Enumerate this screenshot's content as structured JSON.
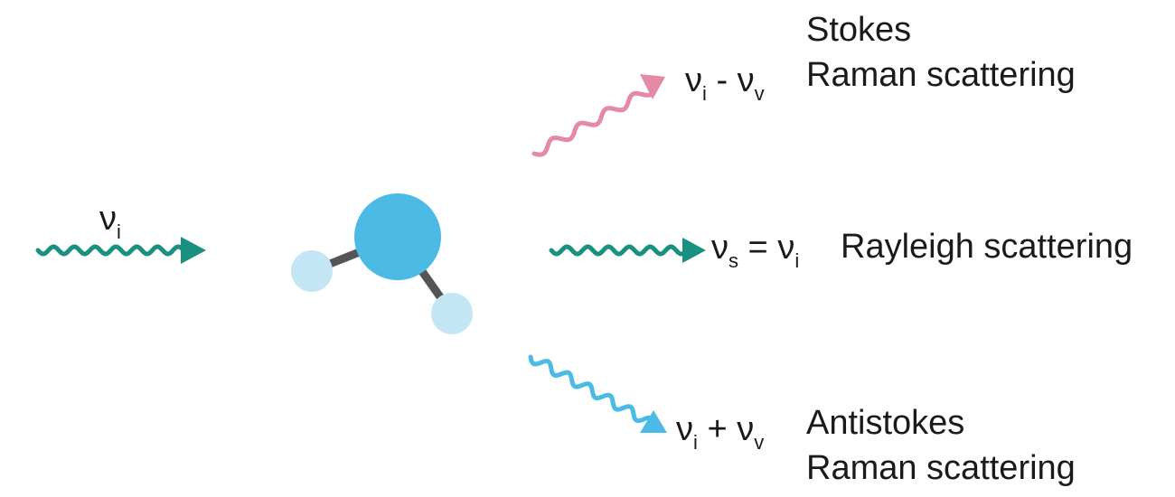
{
  "incident": {
    "symbol": "ν",
    "subscript": "i",
    "color": "#1a9080"
  },
  "molecule": {
    "center_color": "#4bbbe6",
    "side_color": "#c4e6f4",
    "bond_color": "#555555"
  },
  "stokes": {
    "symbol_a": "ν",
    "sub_a": "i",
    "operator": " - ",
    "symbol_b": "ν",
    "sub_b": "v",
    "label_line1": "Stokes",
    "label_line2": "Raman scattering",
    "color": "#e48aa5"
  },
  "rayleigh": {
    "symbol_a": "ν",
    "sub_a": "s",
    "operator": " = ",
    "symbol_b": "ν",
    "sub_b": "i",
    "label": "Rayleigh scattering",
    "color": "#1a9080"
  },
  "antistokes": {
    "symbol_a": "ν",
    "sub_a": "i",
    "operator": " + ",
    "symbol_b": "ν",
    "sub_b": "v",
    "label_line1": "Antistokes",
    "label_line2": "Raman scattering",
    "color": "#4bbbe6"
  }
}
